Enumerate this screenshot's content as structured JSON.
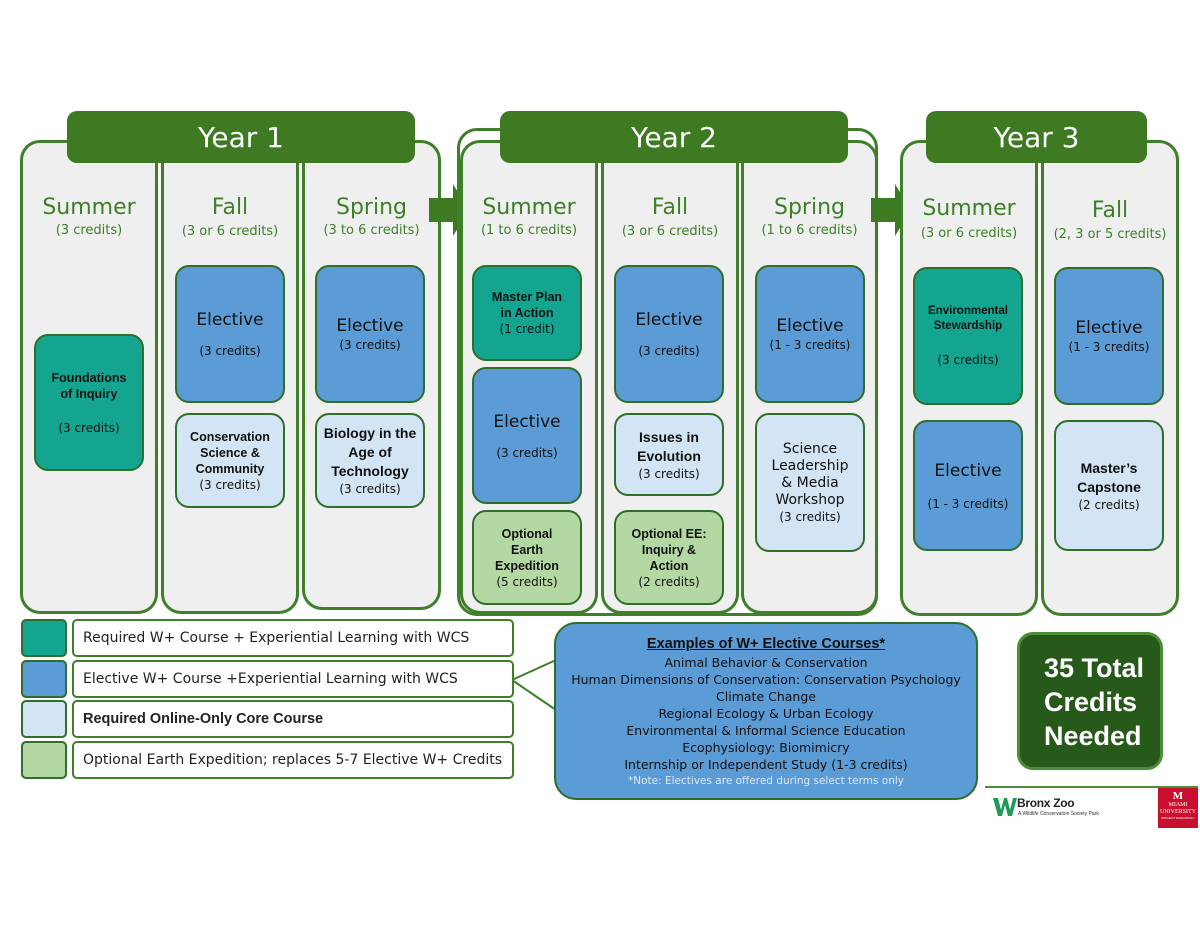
{
  "colors": {
    "green_dark": "#3d7a22",
    "required_wplus": "#14a590",
    "elective_wplus": "#5b9bd6",
    "required_online": "#d3e4f4",
    "optional_expedition": "#b4d8a4"
  },
  "years": [
    {
      "title": "Year 1",
      "terms": [
        {
          "name": "Summer",
          "credits": "(3 credits)",
          "courses": [
            {
              "name": "Foundations of Inquiry",
              "credits": "(3 credits)",
              "kind": "required_wplus"
            }
          ]
        },
        {
          "name": "Fall",
          "credits": "(3 or 6 credits)",
          "courses": [
            {
              "name": "Elective",
              "credits": "(3 credits)",
              "kind": "elective_wplus"
            },
            {
              "name": "Conservation Science & Community",
              "credits": "(3 credits)",
              "kind": "required_online"
            }
          ]
        },
        {
          "name": "Spring",
          "credits": "(3 to 6 credits)",
          "courses": [
            {
              "name": "Elective",
              "credits": "(3 credits)",
              "kind": "elective_wplus"
            },
            {
              "name": "Biology in the Age of Technology",
              "credits": "(3 credits)",
              "kind": "required_online"
            }
          ]
        }
      ]
    },
    {
      "title": "Year 2",
      "terms": [
        {
          "name": "Summer",
          "credits": "(1 to 6 credits)",
          "courses": [
            {
              "name": "Master Plan in Action",
              "credits": "(1 credit)",
              "kind": "required_wplus"
            },
            {
              "name": "Elective",
              "credits": "(3 credits)",
              "kind": "elective_wplus"
            },
            {
              "name": "Optional Earth Expedition",
              "credits": "(5 credits)",
              "kind": "optional_expedition"
            }
          ]
        },
        {
          "name": "Fall",
          "credits": "(3 or 6 credits)",
          "courses": [
            {
              "name": "Elective",
              "credits": "(3 credits)",
              "kind": "elective_wplus"
            },
            {
              "name": "Issues in Evolution",
              "credits": "(3 credits)",
              "kind": "required_online"
            },
            {
              "name": "Optional EE: Inquiry & Action",
              "credits": "(2 credits)",
              "kind": "optional_expedition"
            }
          ]
        },
        {
          "name": "Spring",
          "credits": "(1 to 6 credits)",
          "courses": [
            {
              "name": "Elective",
              "credits": "(1 - 3 credits)",
              "kind": "elective_wplus"
            },
            {
              "name": "Science Leadership & Media Workshop",
              "credits": "(3 credits)",
              "kind": "required_online"
            }
          ]
        }
      ]
    },
    {
      "title": "Year 3",
      "terms": [
        {
          "name": "Summer",
          "credits": "(3 or 6 credits)",
          "courses": [
            {
              "name": "Environmental Stewardship",
              "credits": "(3 credits)",
              "kind": "required_wplus"
            },
            {
              "name": "Elective",
              "credits": "(1 - 3 credits)",
              "kind": "elective_wplus"
            }
          ]
        },
        {
          "name": "Fall",
          "credits": "(2, 3 or 5 credits)",
          "courses": [
            {
              "name": "Elective",
              "credits": "(1 - 3 credits)",
              "kind": "elective_wplus"
            },
            {
              "name": "Master’s Capstone",
              "credits": "(2 credits)",
              "kind": "required_online"
            }
          ]
        }
      ]
    }
  ],
  "legend": [
    {
      "label": "Required W+ Course + Experiential Learning with WCS",
      "kind": "required_wplus"
    },
    {
      "label": "Elective W+ Course +Experiential Learning with WCS",
      "kind": "elective_wplus"
    },
    {
      "label": "Required Online-Only Core Course",
      "kind": "required_online"
    },
    {
      "label": "Optional Earth Expedition; replaces 5-7 Elective W+ Credits",
      "kind": "optional_expedition"
    }
  ],
  "examples": {
    "title": "Examples of W+ Elective Courses*",
    "items": [
      "Animal Behavior & Conservation",
      "Human Dimensions of Conservation: Conservation Psychology",
      "Climate Change",
      "Regional Ecology & Urban Ecology",
      "Environmental & Informal Science Education",
      "Ecophysiology: Biomimicry",
      "Internship or Independent Study (1-3 credits)"
    ],
    "note": "*Note: Electives are offered during select terms only"
  },
  "total": {
    "line1": "35 Total",
    "line2": "Credits",
    "line3": "Needed"
  },
  "logos": {
    "bronx_name": "Bronx Zoo",
    "bronx_tagline": "A Wildlife Conservation Society Park",
    "miami_name": "MIAMI UNIVERSITY",
    "miami_sub": "PROJECT DRAGONFLY"
  }
}
